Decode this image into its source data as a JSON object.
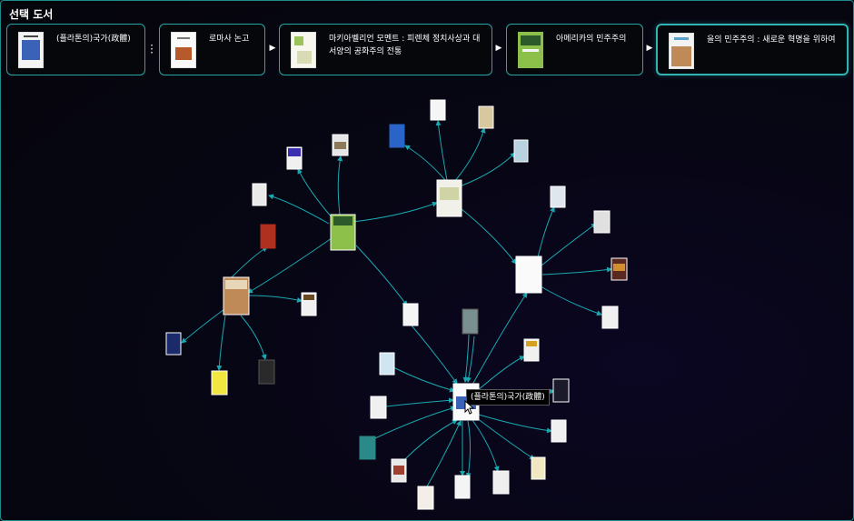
{
  "section_title": "선택 도서",
  "selected_books": [
    {
      "title": "(플라톤의)국가(政體)"
    },
    {
      "title": "로마사 논고"
    },
    {
      "title": "마키아벨리언 모멘트 : 피렌체 정치사상과 대서양의 공화주의 전통"
    },
    {
      "title": "아메리카의 민주주의"
    },
    {
      "title": "을의 민주주의 : 새로운 혁명을 위하여"
    }
  ],
  "tooltip": "(플라톤의)국가(政體)",
  "icons": {
    "more": "vertical-ellipsis-icon",
    "next": "triangle-right-icon",
    "pointer": "mouse-pointer-icon"
  },
  "colors": {
    "accent": "#1fb5b5",
    "edge": "#1aa8b0",
    "background": "#070614"
  }
}
